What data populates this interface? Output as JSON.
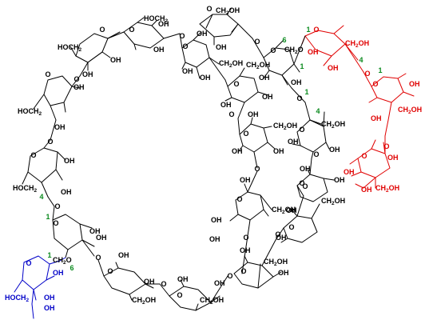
{
  "labels": {
    "hydroxyl": "OH",
    "hydroxymethyl": "CH",
    "hydroxymethyl_suffix": "OH",
    "hydroxymethyl_left": "HOCH",
    "ring_oxygen": "O",
    "subscript_two": "2"
  },
  "linkage_numbers": {
    "one": "1",
    "four": "4",
    "six": "6"
  },
  "colors": {
    "main_chain": "#000000",
    "branch_red": "#e00000",
    "branch_blue": "#0000c8",
    "linkage_numbers": "#0a8a1e"
  }
}
